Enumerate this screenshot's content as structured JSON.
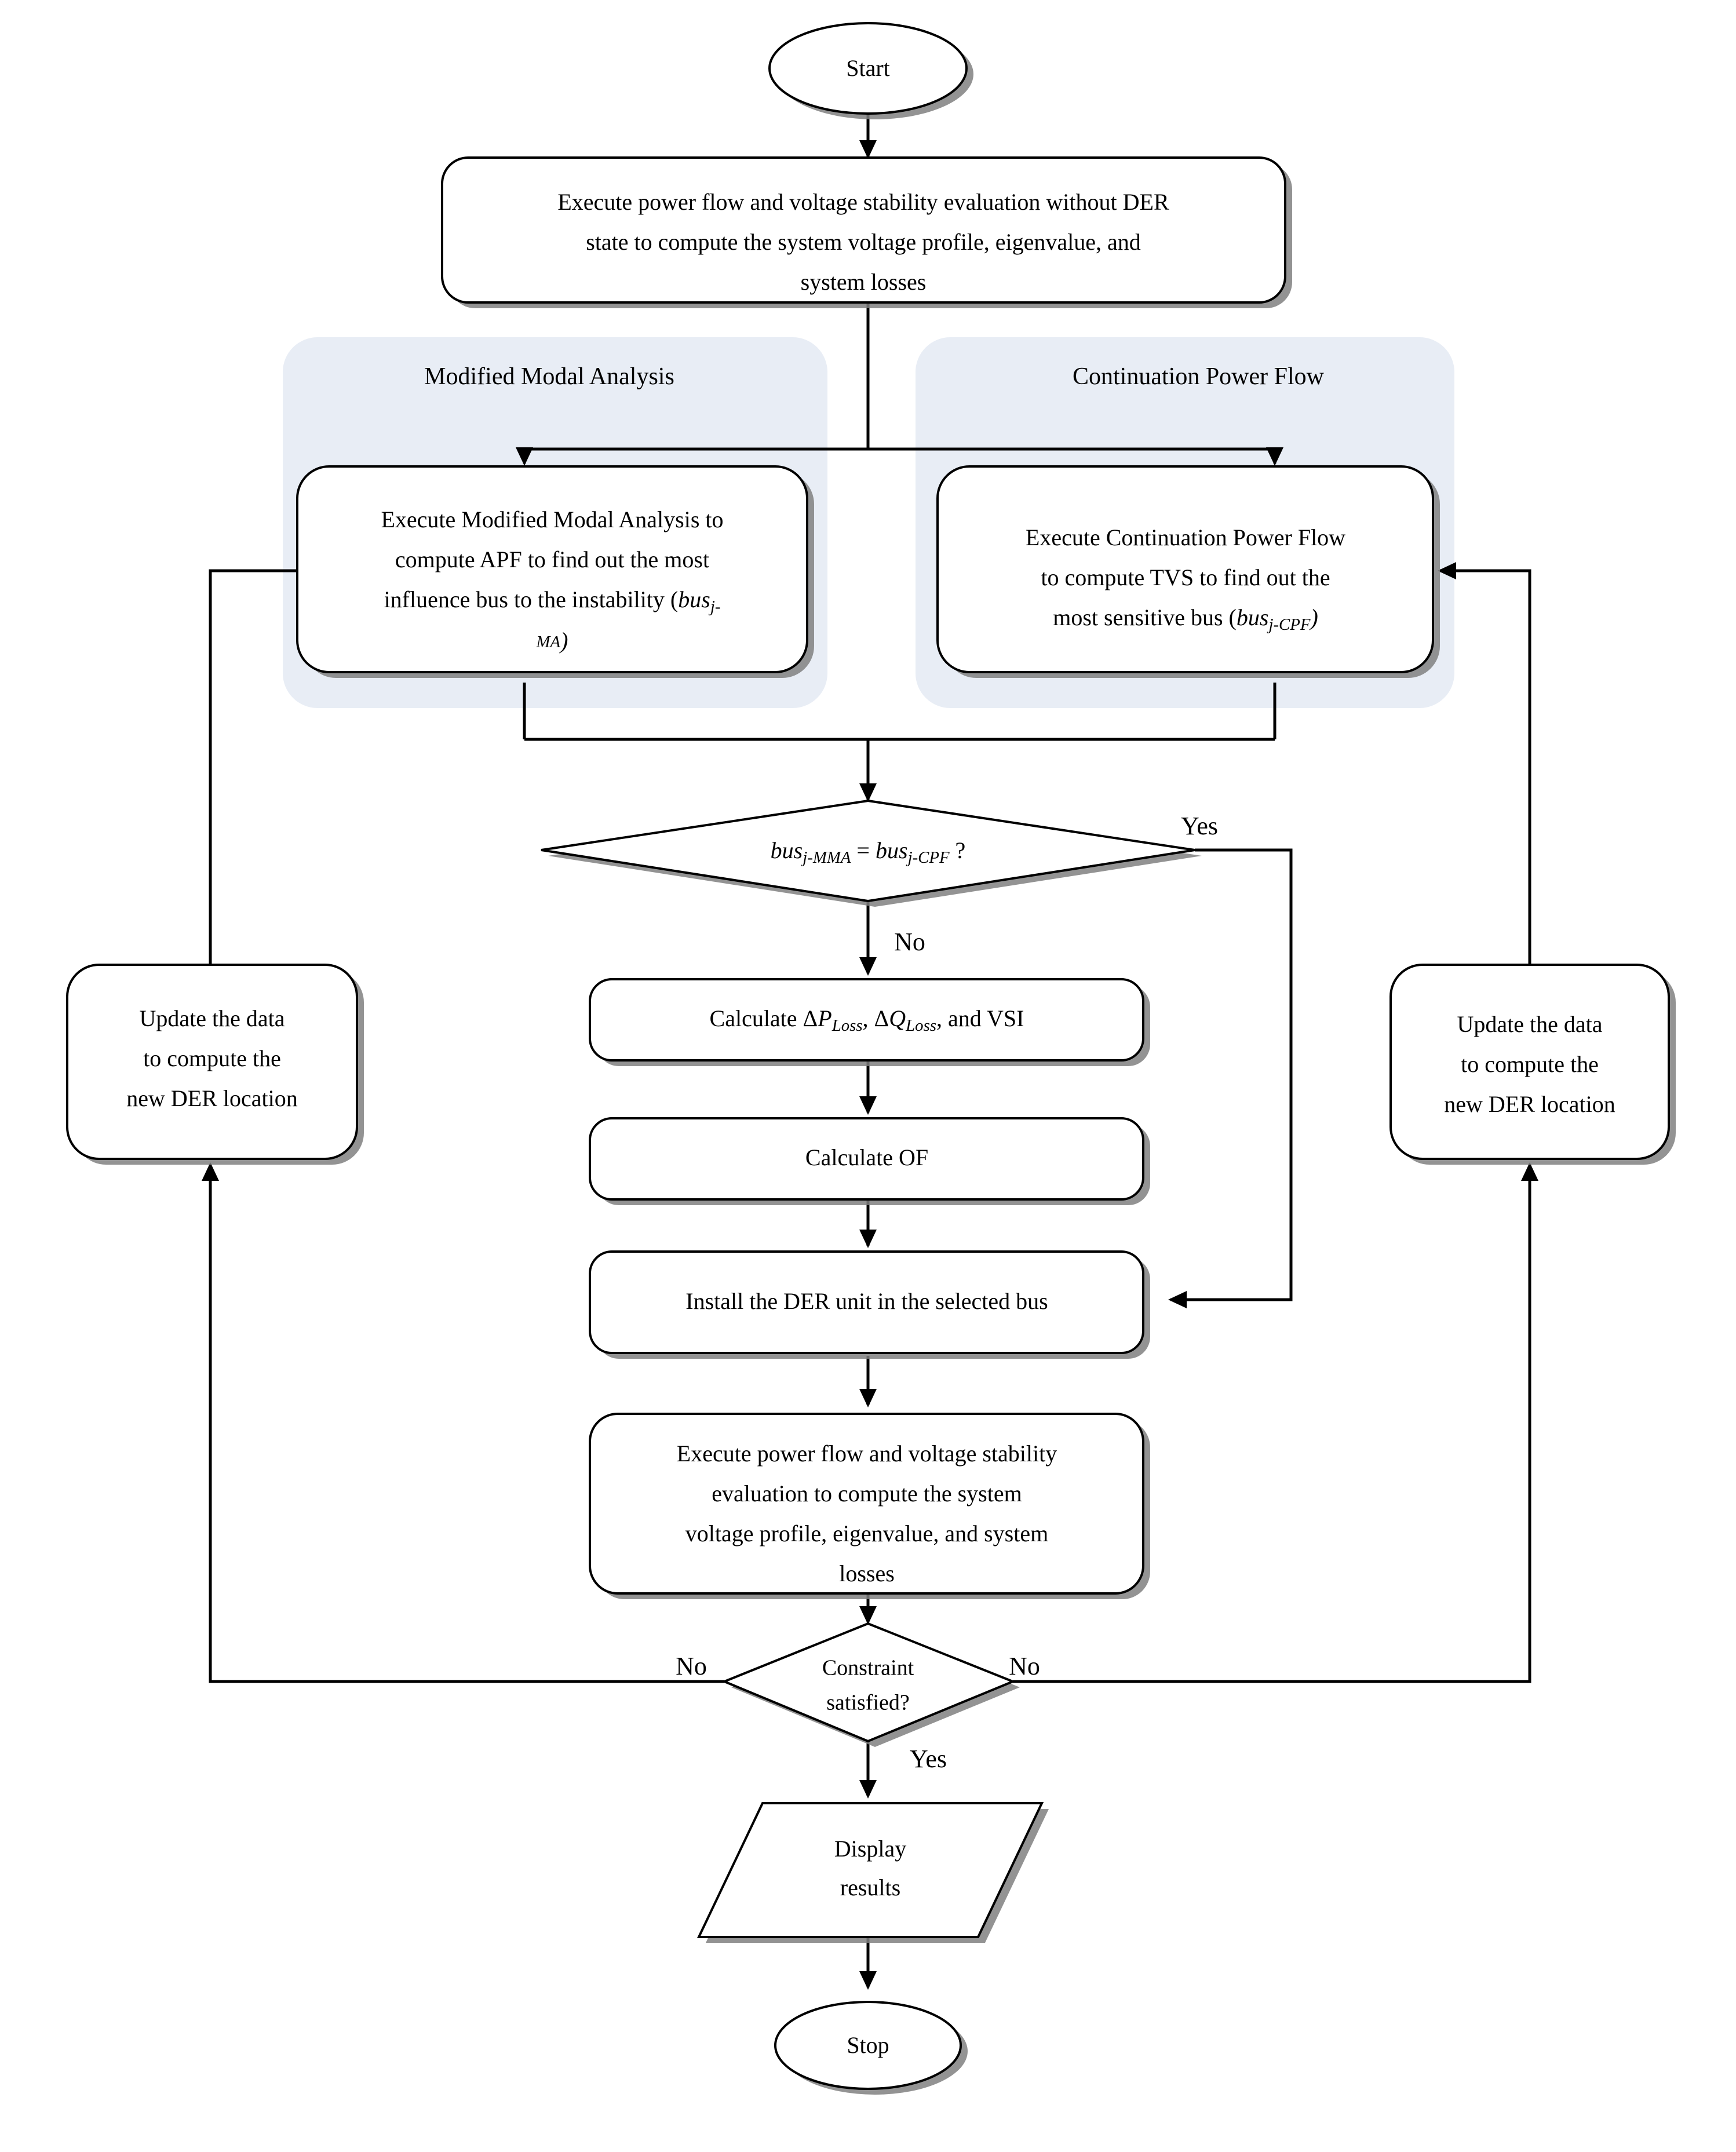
{
  "diagram": {
    "title": "DER placement flowchart using Modified Modal Analysis and Continuation Power Flow",
    "colors": {
      "group_background": "#e8edf5",
      "node_fill": "#ffffff",
      "node_stroke": "#000000",
      "shadow": "#808080",
      "text": "#000000"
    }
  },
  "nodes": {
    "start": {
      "label": "Start",
      "type": "terminator"
    },
    "init_eval": {
      "type": "process",
      "line1": "Execute power flow and voltage stability evaluation without DER",
      "line2": "state to compute the system voltage profile, eigenvalue, and",
      "line3": "system losses"
    },
    "mma_process": {
      "type": "process",
      "line1": "Execute Modified Modal Analysis to",
      "line2": "compute APF to find out the most",
      "line3_a": "influence bus to the instability (",
      "line3_var": "bus",
      "line3_sub": "j-",
      "line4_sub": "MA",
      "line4_close": ")"
    },
    "cpf_process": {
      "type": "process",
      "line1": "Execute Continuation Power Flow",
      "line2": "to compute TVS to find out the",
      "line3_a": "most sensitive bus (",
      "line3_var": "bus",
      "line3_sub": "j-CPF",
      "line3_close": ")"
    },
    "bus_decision": {
      "type": "decision",
      "lhs_var": "bus",
      "lhs_sub": "j-MMA",
      "eq": " = ",
      "rhs_var": "bus",
      "rhs_sub": "j-CPF",
      "tail": " ?"
    },
    "calc_losses": {
      "type": "process",
      "pre": "Calculate Δ",
      "p_var": "P",
      "p_sub": "Loss",
      "mid": ", Δ",
      "q_var": "Q",
      "q_sub": "Loss",
      "post": ", and VSI"
    },
    "calc_of": {
      "type": "process",
      "label": "Calculate OF"
    },
    "install_der": {
      "type": "process",
      "label": "Install the DER unit in the selected  bus"
    },
    "final_eval": {
      "type": "process",
      "line1": "Execute power flow and voltage stability",
      "line2": "evaluation to compute the system",
      "line3": "voltage profile, eigenvalue, and system",
      "line4": "losses"
    },
    "constraint_decision": {
      "type": "decision",
      "line1": "Constraint",
      "line2": "satisfied?"
    },
    "update_left": {
      "type": "process",
      "line1": "Update the data",
      "line2": "to compute the",
      "line3": "new DER location"
    },
    "update_right": {
      "type": "process",
      "line1": "Update the data",
      "line2": "to compute the",
      "line3": "new DER location"
    },
    "display_results": {
      "type": "io",
      "line1": "Display",
      "line2": "results"
    },
    "stop": {
      "label": "Stop",
      "type": "terminator"
    }
  },
  "groups": {
    "left_group": {
      "title": "Modified Modal Analysis"
    },
    "right_group": {
      "title": "Continuation Power Flow"
    }
  },
  "edge_labels": {
    "bus_decision_yes": "Yes",
    "bus_decision_no": "No",
    "constraint_no_left": "No",
    "constraint_no_right": "No",
    "constraint_yes": "Yes"
  }
}
